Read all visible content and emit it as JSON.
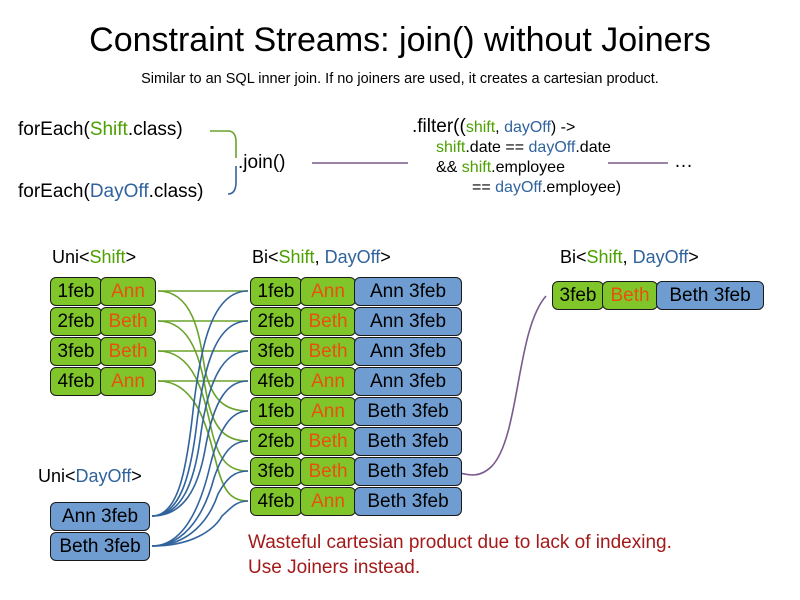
{
  "slide": {
    "title": "Constraint Streams: join() without Joiners",
    "subtitle": "Similar to an SQL inner join. If no joiners are used, it creates a cartesian product.",
    "warning_line1": "Wasteful cartesian product due to lack of indexing.",
    "warning_line2": "Use Joiners instead."
  },
  "colors": {
    "shift_green": "#80c62a",
    "dayoff_blue": "#6f9dd1",
    "name_orange": "#e8500f",
    "shift_text": "#4ca000",
    "dayoff_text": "#31639c",
    "warning_red": "#a41a1a",
    "wire_green": "#6aa32b",
    "wire_blue": "#31639c",
    "wire_purple": "#7a5a8c",
    "box_border": "#1a1a1a",
    "background": "#ffffff"
  },
  "code": {
    "foreach_shift": {
      "pre": "forEach(",
      "type": "Shift",
      "post": ".class)"
    },
    "foreach_dayoff": {
      "pre": "forEach(",
      "type": "DayOff",
      "post": ".class)"
    },
    "join_label": ".join()",
    "ellipsis": "…",
    "filter": {
      "line1_a": ".filter((",
      "line1_shift": "shift",
      "line1_comma": ", ",
      "line1_dayoff": "dayOff",
      "line1_b": ") ->",
      "line2_shift": "shift",
      "line2_mid": ".date == ",
      "line2_dayoff": "dayOff",
      "line2_end": ".date",
      "line3_amp": "&& ",
      "line3_shift": "shift",
      "line3_end": ".employee",
      "line4_eq": "== ",
      "line4_dayoff": "dayOff",
      "line4_end": ".employee)"
    }
  },
  "headings": {
    "uni_shift": {
      "pre": "Uni<",
      "type": "Shift",
      "post": ">"
    },
    "bi_mid": {
      "pre": "Bi<",
      "type1": "Shift",
      "sep": ", ",
      "type2": "DayOff",
      "post": ">"
    },
    "bi_right": {
      "pre": "Bi<",
      "type1": "Shift",
      "sep": ", ",
      "type2": "DayOff",
      "post": ">"
    },
    "uni_dayoff": {
      "pre": "Uni<",
      "type": "DayOff",
      "post": ">"
    }
  },
  "uni_shift_rows": [
    {
      "date": "1feb",
      "name": "Ann"
    },
    {
      "date": "2feb",
      "name": "Beth"
    },
    {
      "date": "3feb",
      "name": "Beth"
    },
    {
      "date": "4feb",
      "name": "Ann"
    }
  ],
  "uni_dayoff_rows": [
    {
      "dayoff": "Ann 3feb"
    },
    {
      "dayoff": "Beth 3feb"
    }
  ],
  "bi_mid_rows": [
    {
      "date": "1feb",
      "name": "Ann",
      "dayoff": "Ann 3feb"
    },
    {
      "date": "2feb",
      "name": "Beth",
      "dayoff": "Ann 3feb"
    },
    {
      "date": "3feb",
      "name": "Beth",
      "dayoff": "Ann 3feb"
    },
    {
      "date": "4feb",
      "name": "Ann",
      "dayoff": "Ann 3feb"
    },
    {
      "date": "1feb",
      "name": "Ann",
      "dayoff": "Beth 3feb"
    },
    {
      "date": "2feb",
      "name": "Beth",
      "dayoff": "Beth 3feb"
    },
    {
      "date": "3feb",
      "name": "Beth",
      "dayoff": "Beth 3feb"
    },
    {
      "date": "4feb",
      "name": "Ann",
      "dayoff": "Beth 3feb"
    }
  ],
  "bi_right_rows": [
    {
      "date": "3feb",
      "name": "Beth",
      "dayoff": "Beth 3feb"
    }
  ]
}
